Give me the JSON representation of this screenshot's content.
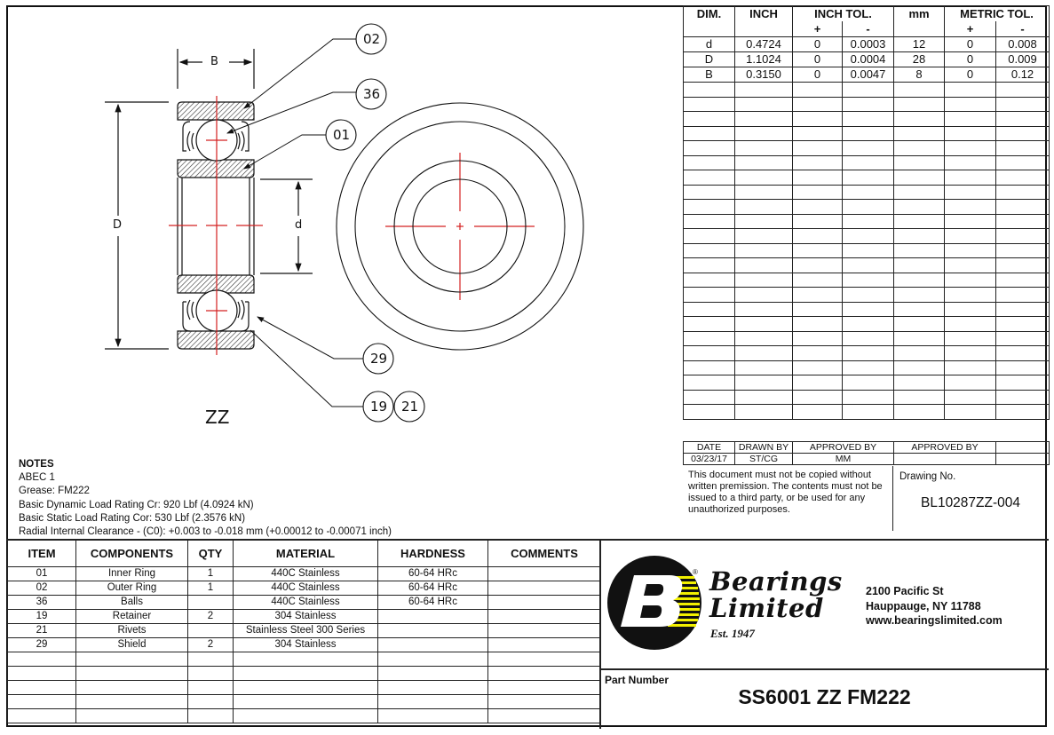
{
  "drawing": {
    "view_label": "ZZ",
    "dimension_labels": {
      "B": "B",
      "D": "D",
      "d": "d"
    },
    "callouts": [
      "02",
      "36",
      "01",
      "29",
      "19",
      "21"
    ],
    "centerline_color": "#d42020"
  },
  "dimension_table": {
    "headers": {
      "dim": "DIM.",
      "inch": "INCH",
      "inch_tol": "INCH TOL.",
      "mm": "mm",
      "metric_tol": "METRIC TOL.",
      "plus": "+",
      "minus": "-"
    },
    "rows": [
      {
        "dim": "d",
        "inch": "0.4724",
        "inch_plus": "0",
        "inch_minus": "0.0003",
        "mm": "12",
        "metric_plus": "0",
        "metric_minus": "0.008"
      },
      {
        "dim": "D",
        "inch": "1.1024",
        "inch_plus": "0",
        "inch_minus": "0.0004",
        "mm": "28",
        "metric_plus": "0",
        "metric_minus": "0.009"
      },
      {
        "dim": "B",
        "inch": "0.3150",
        "inch_plus": "0",
        "inch_minus": "0.0047",
        "mm": "8",
        "metric_plus": "0",
        "metric_minus": "0.12"
      }
    ],
    "empty_rows": 23
  },
  "signoff": {
    "headers": {
      "date": "DATE",
      "drawn_by": "DRAWN BY",
      "approved_by_1": "APPROVED BY",
      "approved_by_2": "APPROVED BY"
    },
    "values": {
      "date": "03/23/17",
      "drawn_by": "ST/CG",
      "approved_by_1": "MM",
      "approved_by_2": ""
    }
  },
  "notice": "This document must not be copied without written premission. The contents must not be issued to a third party, or be used for any unauthorized purposes.",
  "drawing_number": {
    "label": "Drawing No.",
    "value": "BL10287ZZ-004"
  },
  "notes": {
    "title": "NOTES",
    "lines": [
      "ABEC 1",
      "Grease: FM222",
      "Basic Dynamic Load Rating Cr: 920 Lbf (4.0924 kN)",
      "Basic Static Load Rating Cor: 530 Lbf (2.3576 kN)",
      "Radial Internal Clearance - (C0): +0.003 to -0.018 mm (+0.00012 to -0.00071 inch)"
    ]
  },
  "bom": {
    "headers": {
      "item": "ITEM",
      "components": "COMPONENTS",
      "qty": "QTY",
      "material": "MATERIAL",
      "hardness": "HARDNESS",
      "comments": "COMMENTS"
    },
    "rows": [
      {
        "item": "01",
        "components": "Inner Ring",
        "qty": "1",
        "material": "440C Stainless",
        "hardness": "60-64 HRc",
        "comments": ""
      },
      {
        "item": "02",
        "components": "Outer Ring",
        "qty": "1",
        "material": "440C Stainless",
        "hardness": "60-64 HRc",
        "comments": ""
      },
      {
        "item": "36",
        "components": "Balls",
        "qty": "",
        "material": "440C Stainless",
        "hardness": "60-64 HRc",
        "comments": ""
      },
      {
        "item": "19",
        "components": "Retainer",
        "qty": "2",
        "material": "304 Stainless",
        "hardness": "",
        "comments": ""
      },
      {
        "item": "21",
        "components": "Rivets",
        "qty": "",
        "material": "Stainless Steel 300 Series",
        "hardness": "",
        "comments": ""
      },
      {
        "item": "29",
        "components": "Shield",
        "qty": "2",
        "material": "304 Stainless",
        "hardness": "",
        "comments": ""
      }
    ],
    "empty_rows": 5
  },
  "company": {
    "name_line1": "Bearings",
    "name_line2": "Limited",
    "established": "Est. 1947",
    "registered_mark": "®",
    "address_line1": "2100 Pacific St",
    "address_line2": "Hauppauge, NY 11788",
    "website": "www.bearingslimited.com",
    "logo_colors": {
      "circle": "#111111",
      "letter": "#ffffff",
      "stripes": "#f2f000"
    }
  },
  "part_number": {
    "label": "Part Number",
    "value": "SS6001 ZZ FM222"
  }
}
